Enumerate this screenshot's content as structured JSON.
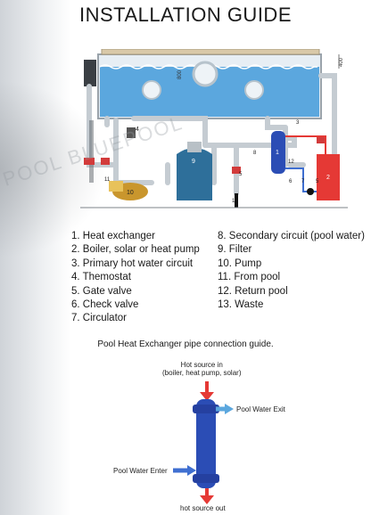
{
  "title": "INSTALLATION GUIDE",
  "watermark": "POOL BLUEPOOL",
  "diagram_labels": {
    "depth": "800",
    "offset": "400",
    "n1": "1",
    "n2": "2",
    "n3": "3",
    "n4": "4",
    "n5a": "5",
    "n5b": "5",
    "n6": "6",
    "n7": "7",
    "n8": "8",
    "n9": "9",
    "n10": "10",
    "n11": "11",
    "n12": "12",
    "n13": "13"
  },
  "legend_left": [
    "1. Heat exchanger",
    "2. Boiler, solar or heat pump",
    "3. Primary hot water circuit",
    "4. Themostat",
    "5. Gate valve",
    "6. Check valve",
    "7. Circulator"
  ],
  "legend_right": [
    "8. Secondary circuit (pool water)",
    "9. Filter",
    "10. Pump",
    "11. From pool",
    "12. Return pool",
    "13. Waste"
  ],
  "guide_title": "Pool Heat Exchanger pipe connection guide.",
  "hx": {
    "hot_in_line1": "Hot source in",
    "hot_in_line2": "(boiler, heat pump, solar)",
    "pool_exit": "Pool Water Exit",
    "pool_enter": "Pool Water Enter",
    "hot_out": "hot source out"
  },
  "colors": {
    "water": "#5ba7de",
    "hot": "#e53935",
    "cold": "#3f6fd1",
    "exchanger": "#2b4db5"
  }
}
